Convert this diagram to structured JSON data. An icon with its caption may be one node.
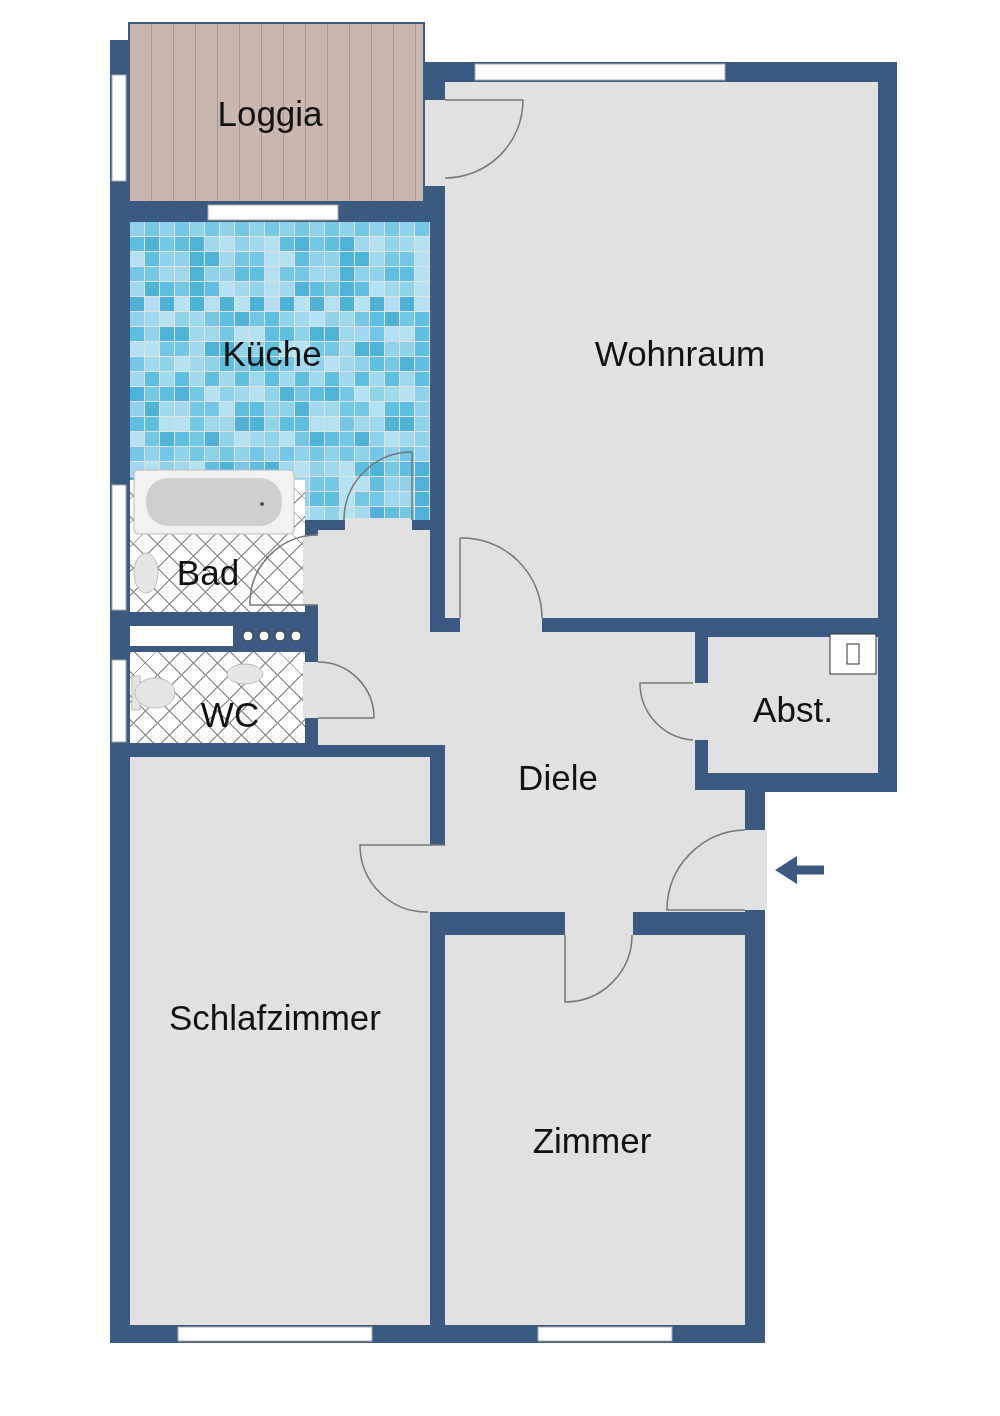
{
  "diagram": {
    "nodes": [
      {
        "text": [
          "Loggia"
        ]
      },
      {
        "text": [
          "Küche"
        ]
      },
      {
        "text": [
          "Wohnraum"
        ]
      },
      {
        "text": [
          "Bad"
        ]
      },
      {
        "text": [
          "WC"
        ]
      },
      {
        "text": [
          "Abst."
        ]
      },
      {
        "text": [
          "Diele"
        ]
      },
      {
        "text": [
          "Schlafzimmer"
        ]
      },
      {
        "text": [
          "Zimmer"
        ]
      }
    ]
  }
}
